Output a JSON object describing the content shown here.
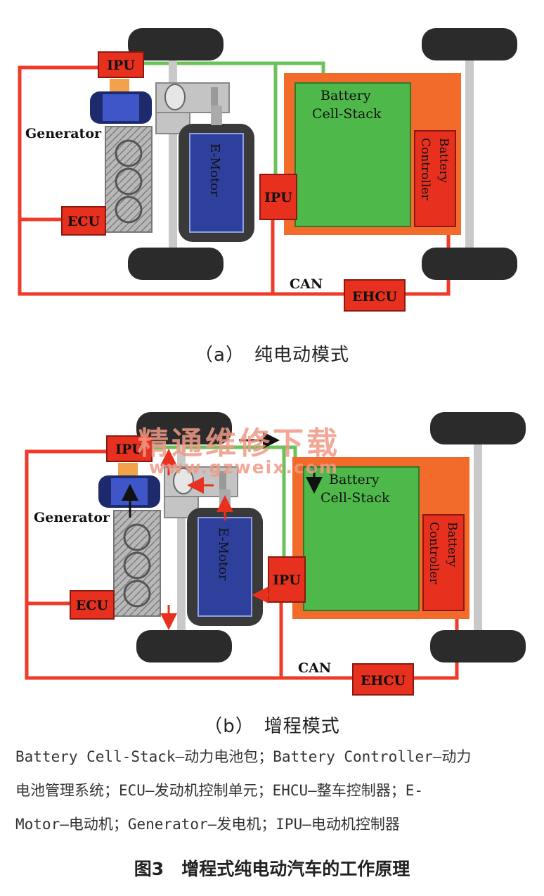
{
  "labels": {
    "ipu": "IPU",
    "generator": "Generator",
    "ecu": "ECU",
    "emotor": "E-Motor",
    "battery_stack_l1": "Battery",
    "battery_stack_l2": "Cell-Stack",
    "battery_ctrl_l1": "Battery",
    "battery_ctrl_l2": "Controller",
    "can": "CAN",
    "ehcu": "EHCU"
  },
  "captions": {
    "a": "（a）　纯电动模式",
    "b": "（b）　增程模式"
  },
  "legend_lines": [
    "Battery Cell-Stack—动力电池包；Battery Controller—动力",
    "电池管理系统；ECU—发动机控制单元；EHCU—整车控制器；E-",
    "Motor—电动机；Generator—发电机；IPU—电动机控制器"
  ],
  "figure_title": "图3　增程式纯电动汽车的工作原理",
  "watermark": {
    "cn": "精通维修下载",
    "url": "www.gzweix.com"
  },
  "colors": {
    "red_line": "#ef3b2a",
    "green_line": "#6cc25a",
    "battery_green": "#4fb84a",
    "orange_pack": "#f26b2a",
    "box_red": "#e8301f",
    "motor_blue": "#2f3f9c",
    "tire": "#2b2b2b"
  }
}
